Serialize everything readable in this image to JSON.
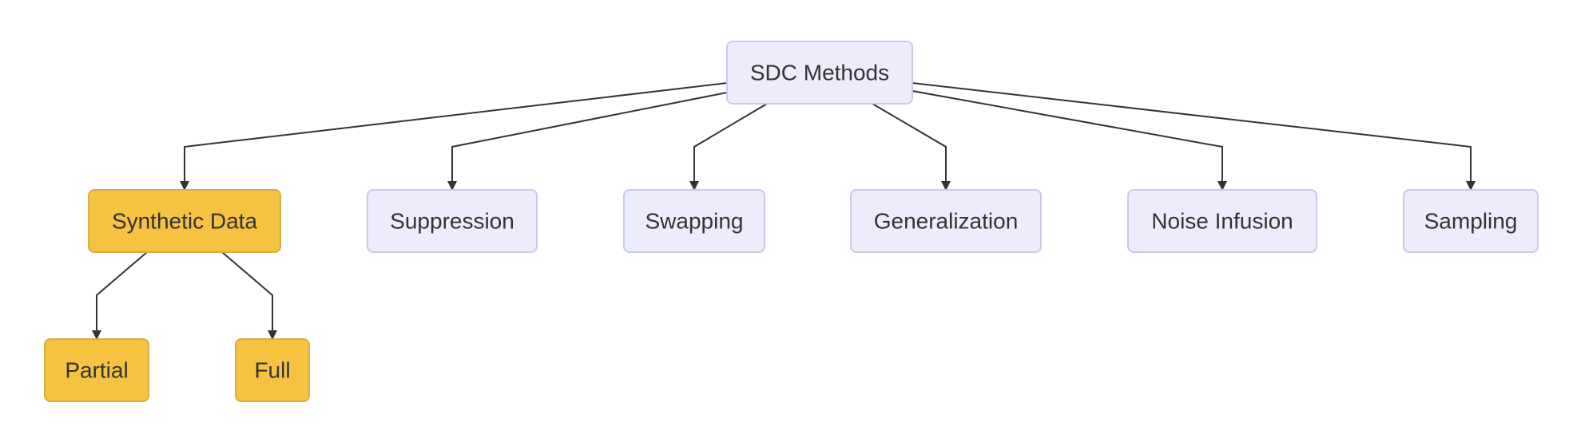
{
  "diagram": {
    "type": "tree",
    "colors": {
      "default_fill": "#ececfd",
      "default_border": "#c9c9f0",
      "highlight_fill": "#f5c242",
      "highlight_border": "#d9ad45",
      "edge": "#333333",
      "text": "#333333"
    },
    "nodes": [
      {
        "id": "sdc-methods",
        "label": "SDC Methods",
        "style": "default"
      },
      {
        "id": "synthetic-data",
        "label": "Synthetic Data",
        "style": "highlight"
      },
      {
        "id": "suppression",
        "label": "Suppression",
        "style": "default"
      },
      {
        "id": "swapping",
        "label": "Swapping",
        "style": "default"
      },
      {
        "id": "generalization",
        "label": "Generalization",
        "style": "default"
      },
      {
        "id": "noise-infusion",
        "label": "Noise Infusion",
        "style": "default"
      },
      {
        "id": "sampling",
        "label": "Sampling",
        "style": "default"
      },
      {
        "id": "partial",
        "label": "Partial",
        "style": "highlight"
      },
      {
        "id": "full",
        "label": "Full",
        "style": "highlight"
      }
    ],
    "edges": [
      {
        "from": "sdc-methods",
        "to": "synthetic-data"
      },
      {
        "from": "sdc-methods",
        "to": "suppression"
      },
      {
        "from": "sdc-methods",
        "to": "swapping"
      },
      {
        "from": "sdc-methods",
        "to": "generalization"
      },
      {
        "from": "sdc-methods",
        "to": "noise-infusion"
      },
      {
        "from": "sdc-methods",
        "to": "sampling"
      },
      {
        "from": "synthetic-data",
        "to": "partial"
      },
      {
        "from": "synthetic-data",
        "to": "full"
      }
    ]
  }
}
